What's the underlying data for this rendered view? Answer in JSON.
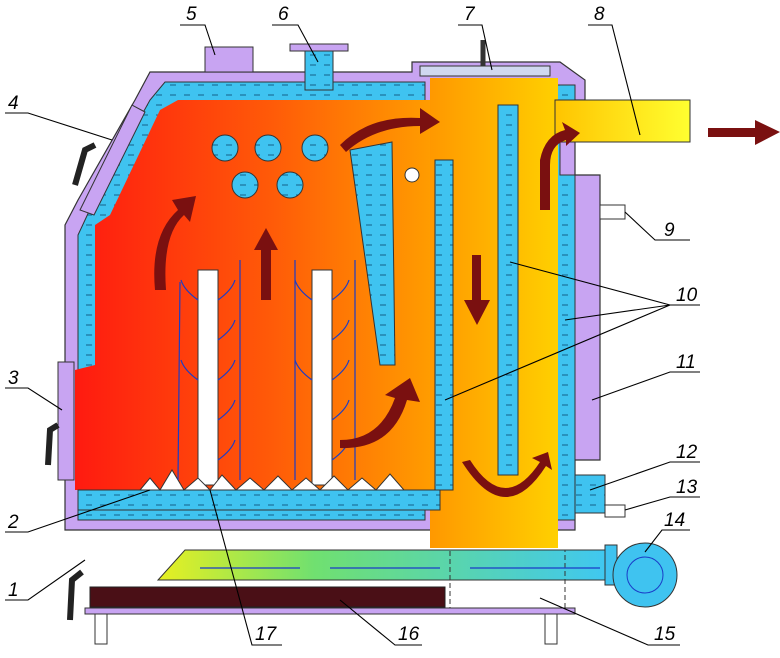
{
  "diagram": {
    "title": "Solid fuel boiler cross-section",
    "colors": {
      "casing": "#c8a4f2",
      "water_jacket": "#3fc3f0",
      "fire_hot": "#ff1a10",
      "fire_warm": "#ff9c00",
      "flue": "#ffd000",
      "flow_arrow": "#7a1010",
      "air_arrow": "#1a3cc8",
      "ash_tray": "#4a0f16"
    },
    "labels": [
      "1",
      "2",
      "3",
      "4",
      "5",
      "6",
      "7",
      "8",
      "9",
      "10",
      "11",
      "12",
      "13",
      "14",
      "15",
      "16",
      "17"
    ]
  }
}
